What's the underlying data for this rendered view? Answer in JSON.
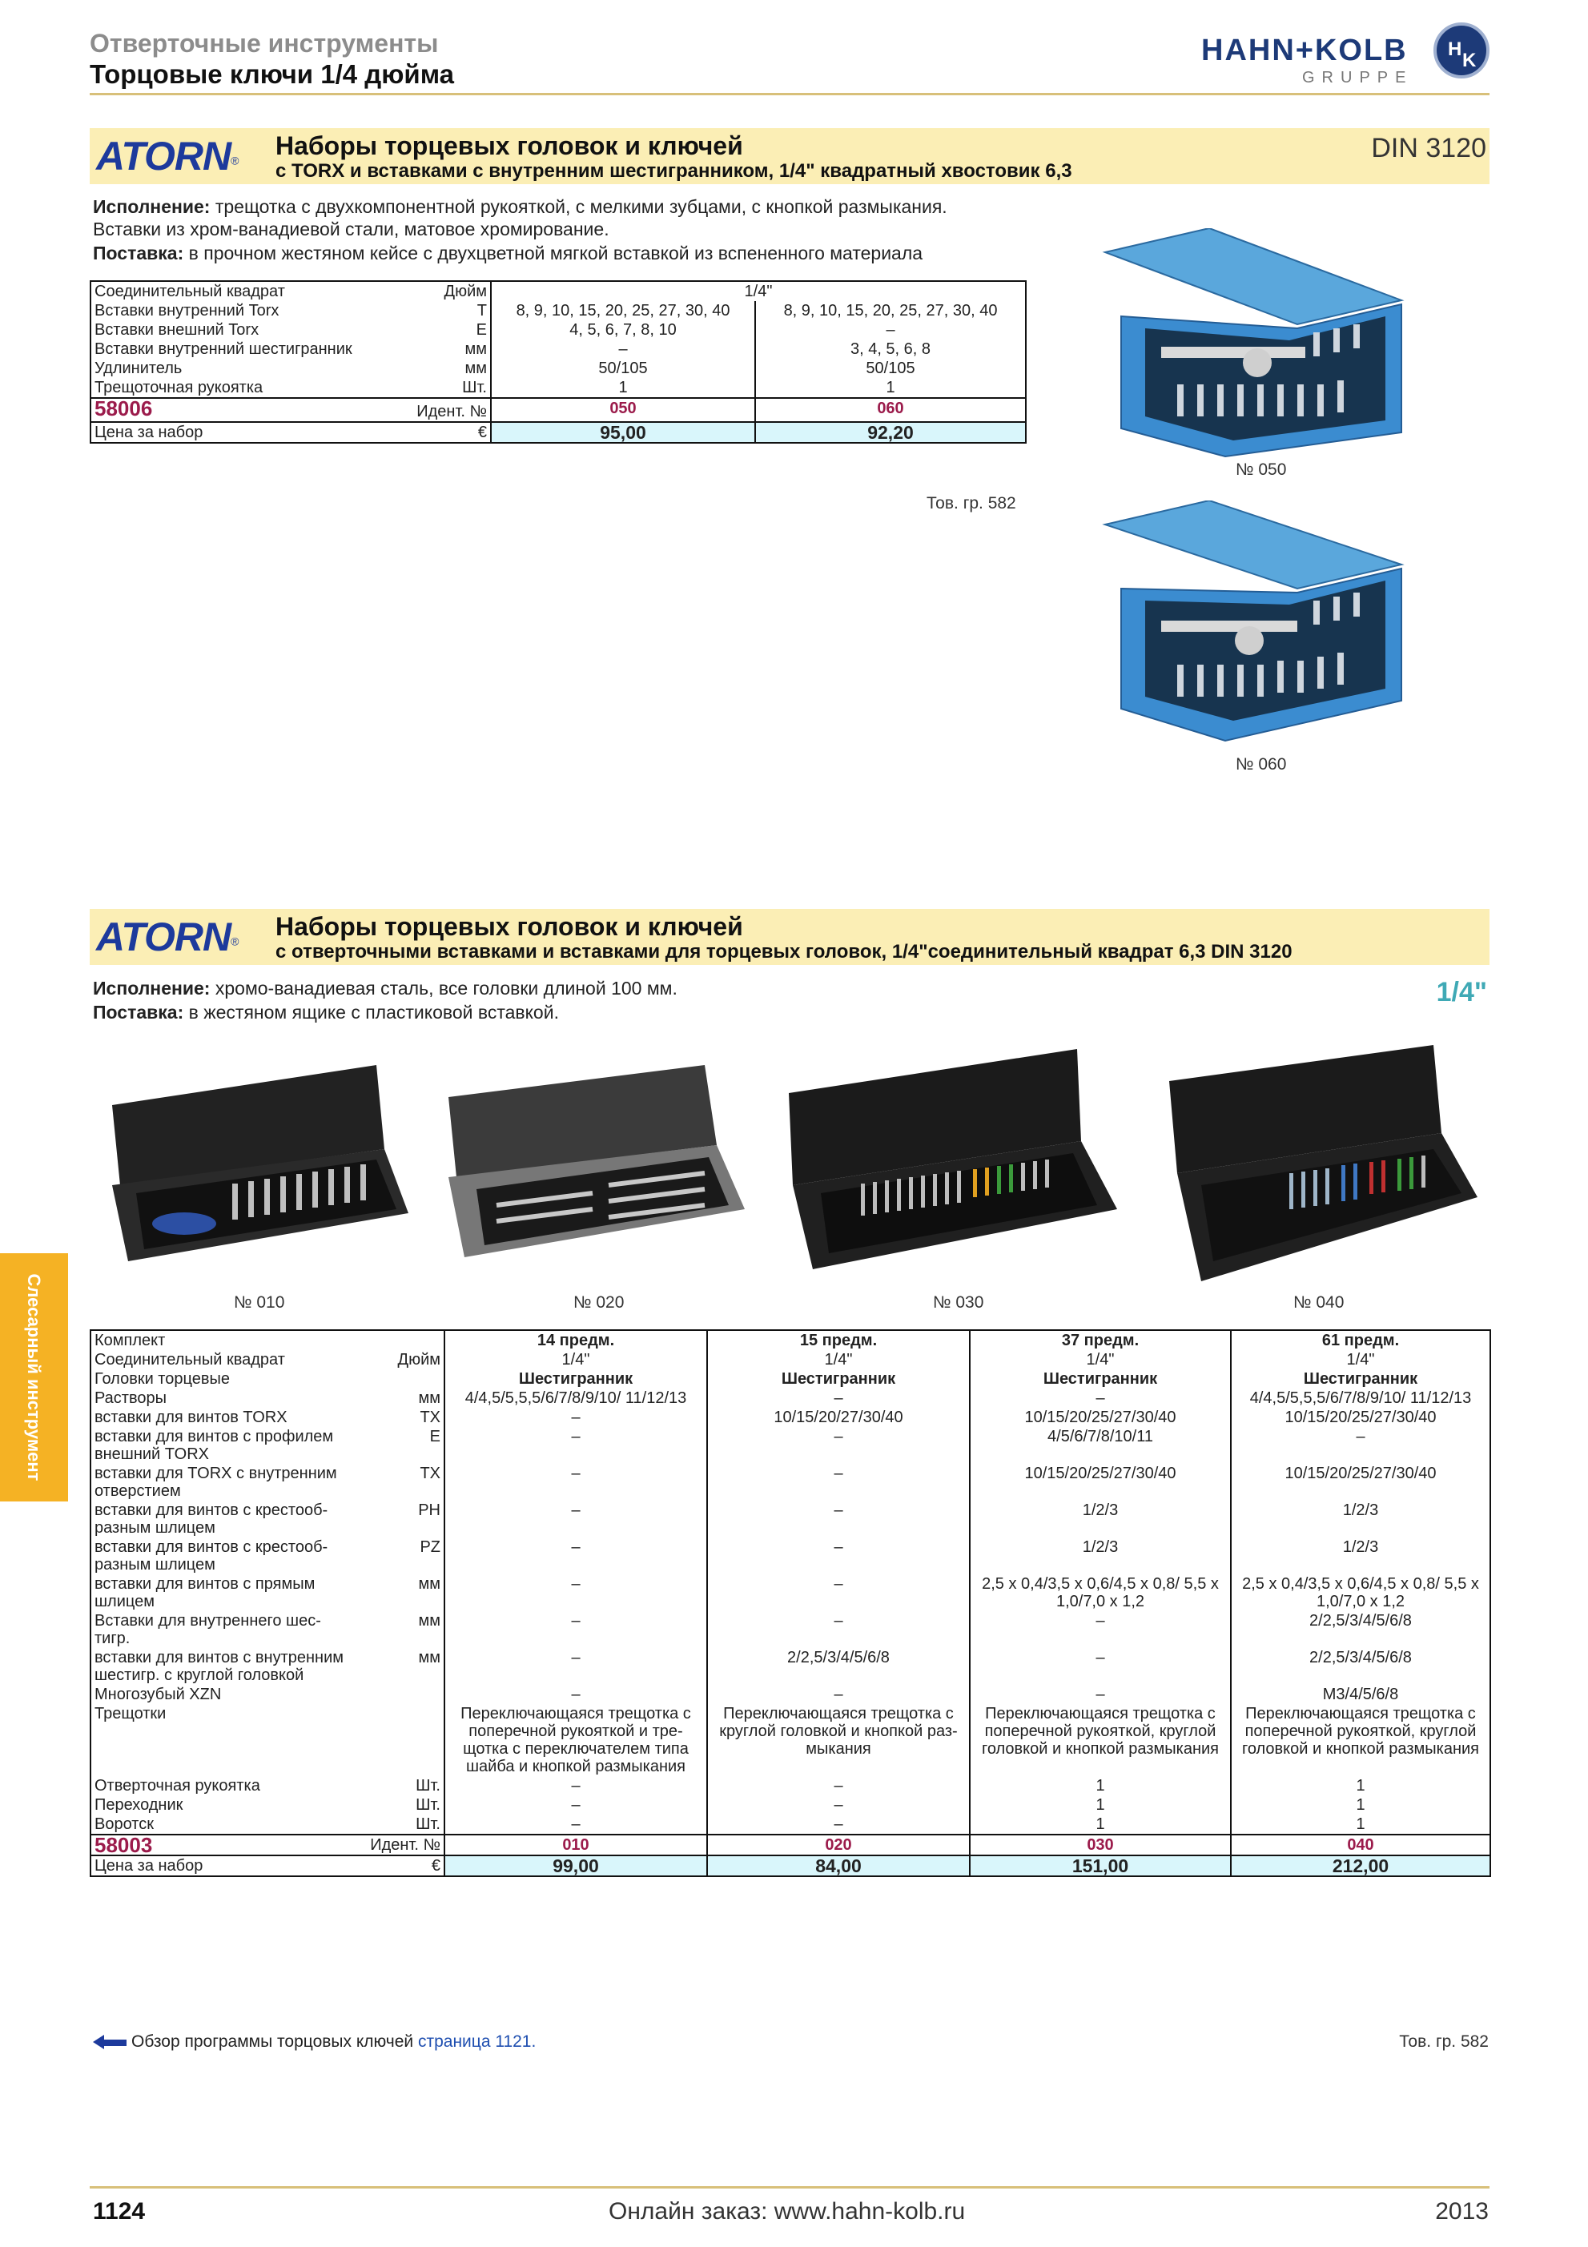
{
  "header": {
    "category": "Отверточные инструменты",
    "subtitle": "Торцовые ключи 1/4 дюйма",
    "brand": "HAHN+KOLB",
    "brand_sub": "GRUPPE",
    "brand_logo_letters": "HK"
  },
  "section1": {
    "brand": "ATORN",
    "title": "Наборы торцевых головок и ключей",
    "subtitle": "с TORX и вставками с внутренним шестигранником, 1/4\" квадратный хвостовик 6,3",
    "standard": "DIN 3120",
    "spec_label": "Исполнение:",
    "spec_text": " трещотка с двухкомпонентной рукояткой, с мелкими зубцами, с кнопкой размыкания.",
    "spec_text2": "Вставки из хром-ванадиевой стали, матовое хромирование.",
    "delivery_label": "Поставка:",
    "delivery_text": " в прочном жестяном кейсе с двухцветной мягкой вставкой из вспененного материала",
    "rows": [
      {
        "label": "Соединительный квадрат",
        "unit": "Дюйм",
        "v1": "1/4\"",
        "v2": ""
      },
      {
        "label": "Вставки внутренний Torx",
        "unit": "T",
        "v1": "8, 9, 10, 15, 20, 25, 27, 30, 40",
        "v2": "8, 9, 10, 15, 20, 25, 27, 30, 40"
      },
      {
        "label": "Вставки внешний Torx",
        "unit": "E",
        "v1": "4, 5, 6, 7, 8, 10",
        "v2": "–"
      },
      {
        "label": "Вставки внутренний шестигранник",
        "unit": "мм",
        "v1": "–",
        "v2": "3, 4, 5, 6, 8"
      },
      {
        "label": "Удлинитель",
        "unit": "мм",
        "v1": "50/105",
        "v2": "50/105"
      },
      {
        "label": "Трещоточная рукоятка",
        "unit": "Шт.",
        "v1": "1",
        "v2": "1"
      }
    ],
    "article": "58006",
    "ident_label": "Идент. №",
    "ident": [
      "050",
      "060"
    ],
    "price_label": "Цена за набор",
    "currency": "€",
    "prices": [
      "95,00",
      "92,20"
    ],
    "group": "Тов. гр. 582",
    "captions": [
      "№ 050",
      "№ 060"
    ]
  },
  "section2": {
    "brand": "ATORN",
    "title": "Наборы торцевых головок и ключей",
    "subtitle": "с отверточными вставками и вставками для торцевых головок, 1/4\"соединительный квадрат 6,3 DIN 3120",
    "size_badge": "1/4\"",
    "spec_label": "Исполнение:",
    "spec_text": " хромо-ванадиевая сталь, все головки длиной 100 мм.",
    "delivery_label": "Поставка:",
    "delivery_text": " в жестяном ящике с пластиковой вставкой.",
    "captions": [
      "№ 010",
      "№ 020",
      "№ 030",
      "№ 040"
    ],
    "rows": [
      {
        "label": "Комплект",
        "unit": "",
        "v": [
          "14 предм.",
          "15 предм.",
          "37 предм.",
          "61 предм."
        ],
        "bold": true
      },
      {
        "label": "Соединительный квадрат",
        "unit": "Дюйм",
        "v": [
          "1/4\"",
          "1/4\"",
          "1/4\"",
          "1/4\""
        ]
      },
      {
        "label": "Головки торцевые",
        "unit": "",
        "v": [
          "Шестигранник",
          "Шестигранник",
          "Шестигранник",
          "Шестигранник"
        ],
        "bold": true
      },
      {
        "label": "Растворы",
        "unit": "мм",
        "v": [
          "4/4,5/5,5,5/6/7/8/9/10/ 11/12/13",
          "–",
          "–",
          "4/4,5/5,5,5/6/7/8/9/10/ 11/12/13"
        ]
      },
      {
        "label": "вставки для винтов TORX",
        "unit": "TX",
        "v": [
          "–",
          "10/15/20/27/30/40",
          "10/15/20/25/27/30/40",
          "10/15/20/25/27/30/40"
        ]
      },
      {
        "label": "вставки для винтов с профилем внешний TORX",
        "unit": "E",
        "v": [
          "–",
          "–",
          "4/5/6/7/8/10/11",
          "–"
        ]
      },
      {
        "label": "вставки для TORX с внутренним отверстием",
        "unit": "TX",
        "v": [
          "–",
          "–",
          "10/15/20/25/27/30/40",
          "10/15/20/25/27/30/40"
        ]
      },
      {
        "label": "вставки для винтов с крестооб-разным шлицем",
        "unit": "PH",
        "v": [
          "–",
          "–",
          "1/2/3",
          "1/2/3"
        ]
      },
      {
        "label": "вставки для винтов с крестооб-разным шлицем",
        "unit": "PZ",
        "v": [
          "–",
          "–",
          "1/2/3",
          "1/2/3"
        ]
      },
      {
        "label": "вставки для винтов с прямым шлицем",
        "unit": "мм",
        "v": [
          "–",
          "–",
          "2,5 x 0,4/3,5 x 0,6/4,5 x 0,8/ 5,5 x 1,0/7,0 x 1,2",
          "2,5 x 0,4/3,5 x 0,6/4,5 x 0,8/ 5,5 x 1,0/7,0 x 1,2"
        ]
      },
      {
        "label": "Вставки для внутреннего шес-тигр.",
        "unit": "мм",
        "v": [
          "–",
          "–",
          "–",
          "2/2,5/3/4/5/6/8"
        ]
      },
      {
        "label": "вставки для винтов с внутренним шестигр. с круглой головкой",
        "unit": "мм",
        "v": [
          "–",
          "2/2,5/3/4/5/6/8",
          "–",
          "2/2,5/3/4/5/6/8"
        ]
      },
      {
        "label": "Многозубый XZN",
        "unit": "",
        "v": [
          "–",
          "–",
          "–",
          "M3/4/5/6/8"
        ]
      },
      {
        "label": "Трещотки",
        "unit": "",
        "v": [
          "Переключающаяся трещотка с поперечной рукояткой и тре-щотка с переключателем типа шайба и кнопкой размыкания",
          "Переключающаяся трещотка с круглой головкой и кнопкой раз-мыкания",
          "Переключающаяся трещотка с поперечной рукояткой, круглой головкой и кнопкой размыкания",
          "Переключающаяся трещотка с поперечной рукояткой, круглой головкой и кнопкой размыкания"
        ]
      },
      {
        "label": "Отверточная рукоятка",
        "unit": "Шт.",
        "v": [
          "–",
          "–",
          "1",
          "1"
        ]
      },
      {
        "label": "Переходник",
        "unit": "Шт.",
        "v": [
          "–",
          "–",
          "1",
          "1"
        ]
      },
      {
        "label": "Воротск",
        "unit": "Шт.",
        "v": [
          "–",
          "–",
          "1",
          "1"
        ]
      }
    ],
    "article": "58003",
    "ident_label": "Идент. №",
    "ident": [
      "010",
      "020",
      "030",
      "040"
    ],
    "price_label": "Цена за набор",
    "currency": "€",
    "prices": [
      "99,00",
      "84,00",
      "151,00",
      "212,00"
    ],
    "note_text": "Обзор программы торцовых ключей ",
    "note_link": "страница 1121.",
    "group": "Тов. гр. 582"
  },
  "side_tab": "Слесарный инструмент",
  "footer": {
    "page": "1124",
    "center": "Онлайн заказ: www.hahn-kolb.ru",
    "year": "2013"
  },
  "colors": {
    "accent_bar": "#fbeeb5",
    "rule": "#d8c07a",
    "ident": "#9b1b4b",
    "price_bg": "#d9f6fb",
    "brand_blue": "#1d3a9c",
    "side_tab": "#f5b224"
  }
}
